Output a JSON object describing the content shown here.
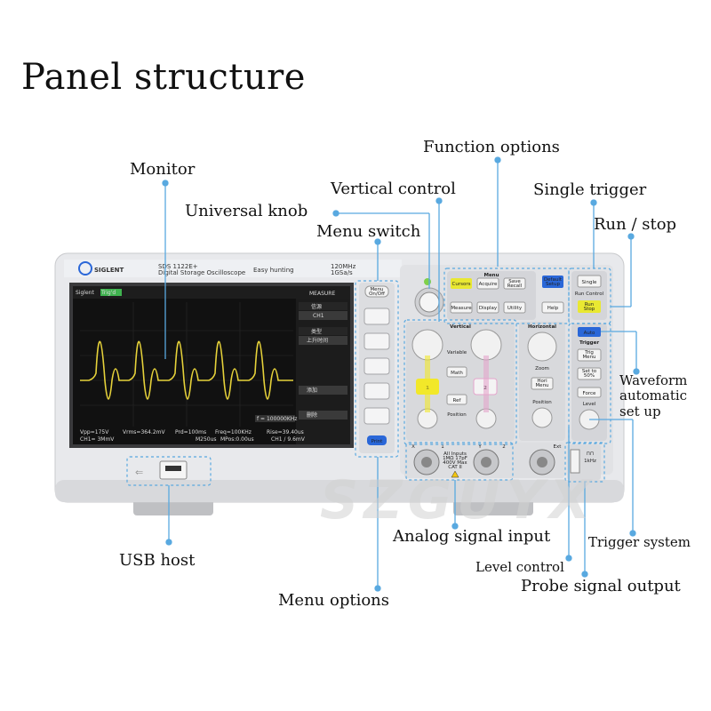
{
  "title": "Panel structure",
  "labels": {
    "monitor": "Monitor",
    "function_options": "Function options",
    "vertical_control": "Vertical control",
    "universal_knob": "Universal knob",
    "menu_switch": "Menu switch",
    "single_trigger": "Single trigger",
    "run_stop": "Run / stop",
    "waveform_auto_line1": "Waveform",
    "waveform_auto_line2": "automatic",
    "waveform_auto_line3": "set up",
    "trigger_system": "Trigger system",
    "analog_signal_input": "Analog signal input",
    "level_control": "Level control",
    "probe_signal_output": "Probe signal output",
    "usb_host": "USB host",
    "menu_options": "Menu options"
  },
  "device": {
    "brand": "SIGLENT",
    "model": "SDS 1122E+",
    "subtitle": "Digital Storage Oscilloscope",
    "easy": "Easy hunting",
    "spec1": "120MHz",
    "spec2": "1GSa/s",
    "screen": {
      "brand": "Siglent",
      "status": "Trig'd",
      "menu_title": "MEASURE",
      "m1": "信源",
      "m2": "CH1",
      "m3": "类型",
      "m4": "上升时间",
      "m5": "添加",
      "m6": "删除",
      "freq": "f = 100000KHz",
      "r1a": "Vpp=175V",
      "r1b": "Vrms=364.2mV",
      "r1c": "Prd=100ms",
      "r1d": "Freq=100KHz",
      "r1e": "Rise=39.40us",
      "r2a": "CH1= 3MmV",
      "r2b": "M250us",
      "r2c": "MPos:0.00us",
      "r2d": "CH1 / 9.6mV"
    },
    "buttons": {
      "menu_onoff": "Menu On/Off",
      "print": "Print",
      "menu_group": "Menu",
      "cursors": "Cursors",
      "acquire": "Acquire",
      "save_recall": "Save Recall",
      "default_setup": "Default Setup",
      "measure": "Measure",
      "display": "Display",
      "utility": "Utility",
      "help": "Help",
      "single": "Single",
      "run_control": "Run Control",
      "run_stop": "Run Stop",
      "auto": "Auto",
      "trigger": "Trigger",
      "trig_menu": "Trig Menu",
      "set50": "Set to 50%",
      "force": "Force",
      "level": "Level",
      "vertical": "Vertical",
      "horizontal": "Horizontal",
      "variable": "Variable",
      "math": "Math",
      "ref": "Ref",
      "ch1": "1",
      "ch2": "2",
      "position": "Position",
      "zoom": "Zoom",
      "hori_menu": "Hori Menu",
      "x": "X",
      "y": "Y",
      "ext": "Ext",
      "warn": "All Inputs 1MΩ 17pF 400V Max CAT II"
    }
  },
  "watermark": "SZGUYX",
  "colors": {
    "panel": "#e6e7ea",
    "screen": "#111111",
    "wave": "#e6d23a",
    "ch1": "#f2e829",
    "ch2": "#e5a5cc",
    "accent_blue": "#2a67d8",
    "leader": "#59a9e0"
  }
}
